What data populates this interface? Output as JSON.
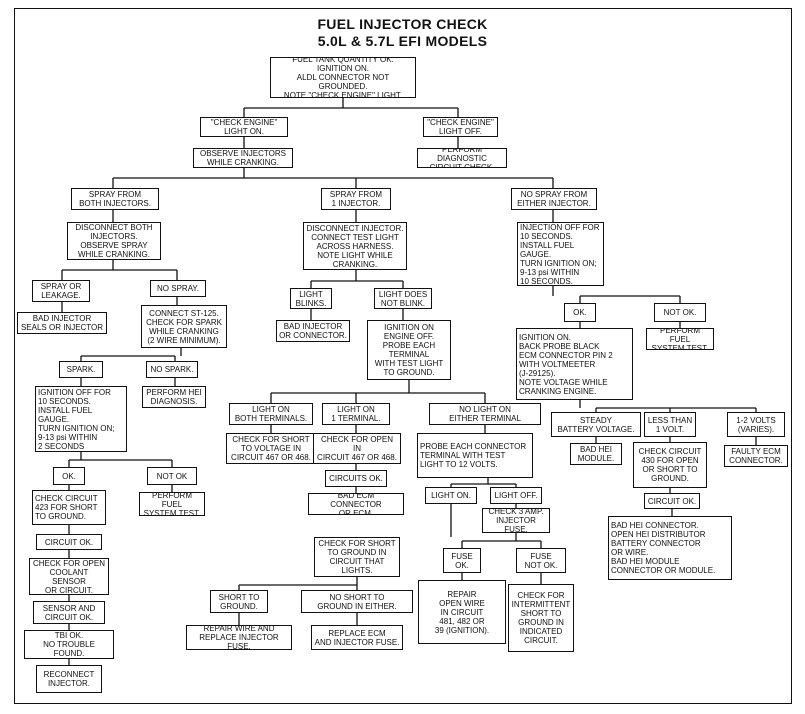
{
  "title": {
    "line1": "FUEL INJECTOR CHECK",
    "line2": "5.0L & 5.7L EFI MODELS"
  },
  "nodes": {
    "start": "FUEL TANK QUANTITY OK.\nIGNITION ON.\nALDL CONNECTOR NOT GROUNDED.\nNOTE \"CHECK ENGINE\" LIGHT.",
    "ce_on": "\"CHECK ENGINE\"\nLIGHT ON.",
    "ce_off": "\"CHECK ENGINE\"\nLIGHT OFF.",
    "observe": "OBSERVE INJECTORS\nWHILE CRANKING.",
    "diag": "PERFORM DIAGNOSTIC\nCIRCUIT CHECK.",
    "spray_both": "SPRAY FROM\nBOTH INJECTORS.",
    "spray_one": "SPRAY FROM\n1 INJECTOR.",
    "no_spray": "NO SPRAY FROM\nEITHER INJECTOR.",
    "disc_both": "DISCONNECT BOTH\nINJECTORS.\nOBSERVE SPRAY\nWHILE CRANKING.",
    "disc_inj": "DISCONNECT INJECTOR.\nCONNECT TEST LIGHT\nACROSS HARNESS.\nNOTE LIGHT WHILE\nCRANKING.",
    "inj_off_10": "INJECTION OFF FOR\n10 SECONDS.\nINSTALL FUEL GAUGE.\nTURN IGNITION ON;\n9-13 psi WITHIN\n10 SECONDS.",
    "spray_leak": "SPRAY OR\nLEAKAGE.",
    "no_spray2": "NO SPRAY.",
    "bad_inj_seals": "BAD INJECTOR\nSEALS OR INJECTOR",
    "st125": "CONNECT ST-125.\nCHECK FOR SPARK\nWHILE CRANKING\n(2 WIRE MINIMUM).",
    "light_blinks": "LIGHT\nBLINKS.",
    "light_no_blink": "LIGHT DOES\nNOT BLINK.",
    "bad_inj_conn": "BAD INJECTOR\nOR CONNECTOR.",
    "ign_probe": "IGNITION ON\nENGINE OFF.\nPROBE EACH\nTERMINAL\nWITH TEST LIGHT\nTO GROUND.",
    "ok_a": "OK.",
    "not_ok_a": "NOT OK.",
    "perf_fuel_a": "PERFORM FUEL\nSYSTEM TEST.",
    "ign_backprobe": "IGNITION ON.\nBACK PROBE BLACK\nECM CONNECTOR PIN 2\nWITH VOLTMEETER\n(J-29125).\nNOTE VOLTAGE WHILE\nCRANKING ENGINE.",
    "spark": "SPARK.",
    "no_spark": "NO SPARK.",
    "hei_diag": "PERFORM HEI\nDIAGNOSIS.",
    "inj_off_2": "IGNITION OFF FOR\n10 SECONDS.\nINSTALL FUEL GAUGE.\nTURN IGNITION ON;\n9-13 psi WITHIN\n2 SECONDS",
    "light_both": "LIGHT ON\nBOTH TERMINALS.",
    "light_one": "LIGHT ON\n1 TERMINAL.",
    "no_light": "NO LIGHT ON\nEITHER TERMINAL",
    "short_volt": "CHECK FOR SHORT\nTO VOLTAGE IN\nCIRCUIT 467 OR 468.",
    "open_ckt": "CHECK FOR OPEN IN\nCIRCUIT 467 OR 468.",
    "probe_12v": "PROBE EACH CONNECTOR\nTERMINAL WITH TEST\nLIGHT TO 12 VOLTS.",
    "steady_batt": "STEADY\nBATTERY VOLTAGE.",
    "less_1v": "LESS THAN\n1 VOLT.",
    "v1_2": "1-2 VOLTS\n(VARIES).",
    "bad_hei_mod": "BAD HEI\nMODULE.",
    "chk_430": "CHECK CIRCUIT\n430 FOR OPEN\nOR SHORT TO\nGROUND.",
    "faulty_ecm": "FAULTY ECM\nCONNECTOR.",
    "ok_b": "OK.",
    "not_ok_b": "NOT OK",
    "chk_423": "CHECK CIRCUIT\n423 FOR SHORT\nTO GROUND.",
    "perf_fuel_b": "PERFORM FUEL\nSYSTEM TEST.",
    "circuits_ok": "CIRCUITS OK.",
    "bad_ecm_conn": "BAD ECM CONNECTOR\nOR ECM.",
    "light_on": "LIGHT ON.",
    "light_off": "LIGHT OFF.",
    "chk_3amp": "CHECK 3 AMP.\nINJECTOR FUSE.",
    "circuit_ok_r": "CIRCUIT OK.",
    "bad_hei_list": "BAD HEI CONNECTOR.\nOPEN HEI DISTRIBUTOR\nBATTERY CONNECTOR\nOR WIRE.\nBAD HEI MODULE\nCONNECTOR OR MODULE.",
    "circuit_ok_l": "CIRCUIT OK.",
    "open_coolant": "CHECK FOR OPEN\nCOOLANT SENSOR\nOR CIRCUIT.",
    "sensor_ok": "SENSOR AND\nCIRCUIT OK.",
    "tbi_ok": "TBI OK.\nNO TROUBLE FOUND.",
    "reconnect": "RECONNECT\nINJECTOR.",
    "short_ground_chk": "CHECK FOR SHORT\nTO GROUND IN\nCIRCUIT THAT\nLIGHTS.",
    "short_ground": "SHORT TO\nGROUND.",
    "no_short": "NO SHORT TO\nGROUND IN EITHER.",
    "repair_wire": "REPAIR WIRE AND\nREPLACE INJECTOR FUSE.",
    "replace_ecm": "REPLACE ECM\nAND INJECTOR FUSE.",
    "fuse_ok": "FUSE\nOK.",
    "fuse_not_ok": "FUSE\nNOT OK.",
    "repair_open": "REPAIR\nOPEN WIRE\nIN CIRCUIT\n481, 482 OR\n39 (IGNITION).",
    "chk_intermit": "CHECK FOR\nINTERMITTENT\nSHORT TO\nGROUND IN\nINDICATED\nCIRCUIT."
  }
}
